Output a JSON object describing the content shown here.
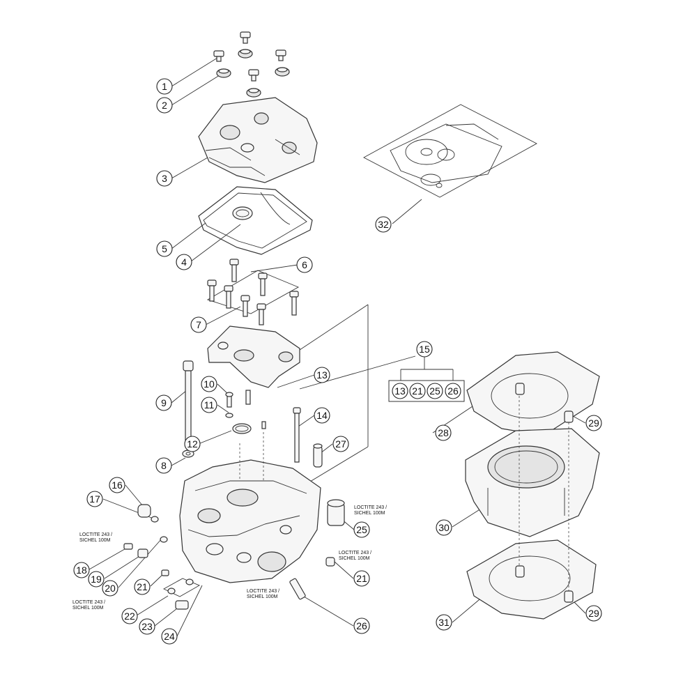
{
  "callouts": [
    "1",
    "2",
    "3",
    "4",
    "5",
    "6",
    "7",
    "8",
    "9",
    "10",
    "11",
    "12",
    "13",
    "14",
    "15",
    "16",
    "17",
    "18",
    "19",
    "20",
    "21",
    "22",
    "23",
    "24",
    "25",
    "26",
    "27",
    "28",
    "29",
    "30",
    "31",
    "32"
  ],
  "kit_parts": [
    "13",
    "21",
    "25",
    "26"
  ],
  "notes": {
    "loctite_line1": "LOCTITE 243 /",
    "loctite_line2": "SICHEL 100M"
  }
}
